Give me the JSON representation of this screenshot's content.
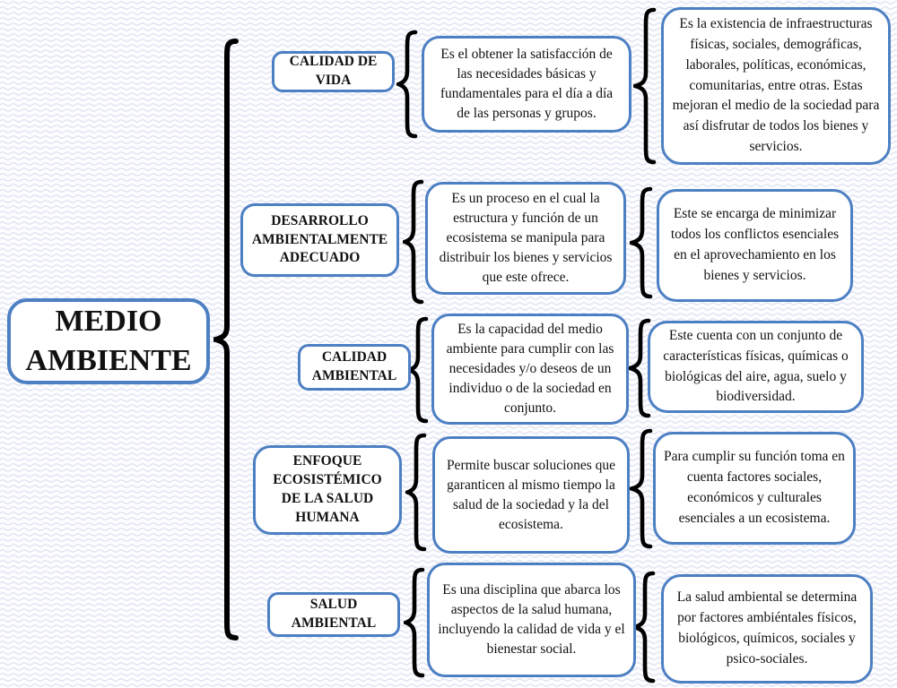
{
  "title": "MEDIO AMBIENTE",
  "rows": [
    {
      "topic": "CALIDAD DE VIDA",
      "definition": "Es el obtener la satisfacción de las necesidades básicas y fundamentales para el día a día de las personas y grupos.",
      "detail": "Es la existencia de infraestructuras físicas, sociales, demográficas, laborales, políticas, económicas, comunitarias, entre otras. Estas mejoran el medio de la sociedad para así disfrutar de todos los bienes y servicios."
    },
    {
      "topic": "DESARROLLO AMBIENTALMENTE ADECUADO",
      "definition": "Es un proceso en el cual la estructura y función de un ecosistema se manipula para distribuir los bienes y servicios que este ofrece.",
      "detail": "Este se encarga de minimizar todos los conflictos esenciales en el aprovechamiento en los bienes y servicios."
    },
    {
      "topic": "CALIDAD AMBIENTAL",
      "definition": "Es la capacidad del medio ambiente para cumplir con las necesidades y/o deseos de un individuo o de la sociedad en conjunto.",
      "detail": "Este cuenta con un conjunto de características físicas, químicas o biológicas del aire, agua, suelo y biodiversidad."
    },
    {
      "topic": "ENFOQUE ECOSISTÉMICO DE LA SALUD HUMANA",
      "definition": "Permite buscar soluciones que garanticen al mismo tiempo la salud de la sociedad y la del ecosistema.",
      "detail": "Para cumplir su función toma en cuenta factores sociales, económicos y culturales esenciales a un ecosistema."
    },
    {
      "topic": "SALUD AMBIENTAL",
      "definition": "Es una disciplina que abarca los aspectos de la salud humana, incluyendo la calidad de vida y el bienestar social.",
      "detail": "La salud ambiental se determina por factores ambiéntales físicos, biológicos, químicos, sociales y psico-sociales."
    }
  ],
  "colors": {
    "box_border": "#4d7fc3",
    "brace": "#000000",
    "background_wave": "#dbe0f0",
    "text": "#111111"
  }
}
